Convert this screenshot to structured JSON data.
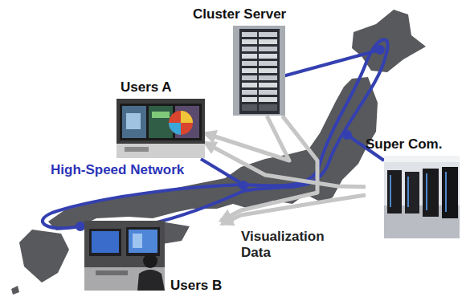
{
  "diagram": {
    "nodes": [
      {
        "text": [
          "Cluster Server"
        ]
      },
      {
        "text": [
          "Users A"
        ]
      },
      {
        "text": [
          "Super Com."
        ]
      },
      {
        "text": [
          "Users B"
        ]
      }
    ],
    "edges": [
      {
        "from": 0,
        "to": 1,
        "arrow": "to"
      },
      {
        "from": 0,
        "to": 3,
        "arrow": "to"
      },
      {
        "from": 2,
        "to": 1,
        "arrow": "to"
      },
      {
        "from": 2,
        "to": 3,
        "arrow": "to"
      }
    ],
    "labels": [
      "High-Speed Network",
      "Visualization Data"
    ]
  }
}
